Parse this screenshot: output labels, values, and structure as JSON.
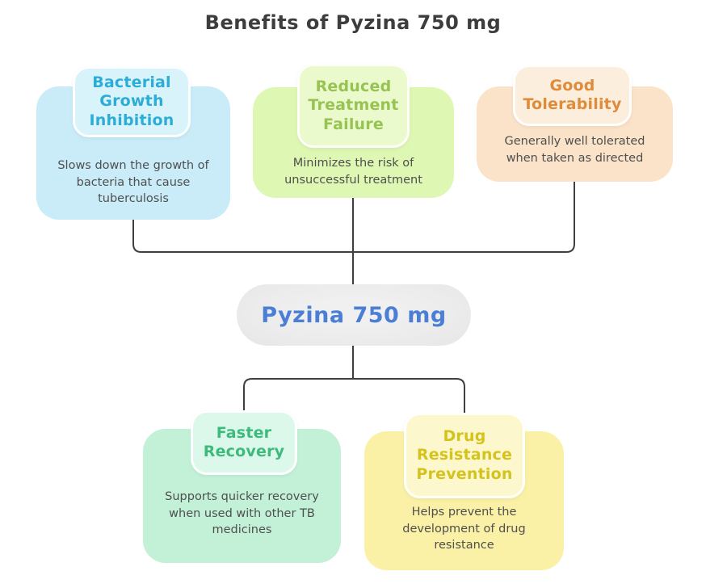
{
  "title": "Benefits of Pyzina 750 mg",
  "colors": {
    "background": "#ffffff",
    "title_text": "#3d3d3d",
    "body_text": "#4f4f4f",
    "line": "#3f3f3f",
    "node_bg": "#e7e7e7",
    "node_text": "#4b7fd6"
  },
  "center_node": {
    "label": "Pyzina 750 mg"
  },
  "benefits": [
    {
      "id": "bacterial-growth-inhibition",
      "title": "Bacterial Growth Inhibition",
      "description": "Slows down the growth of bacteria that cause tuberculosis",
      "card_bg": "#c9ecf8",
      "badge_bg": "#d9f3fb",
      "title_color": "#2badd8",
      "position": "top-left"
    },
    {
      "id": "reduced-treatment-failure",
      "title": "Reduced Treatment Failure",
      "description": "Minimizes the risk of unsuccessful treatment",
      "card_bg": "#def7b3",
      "badge_bg": "#ebfacd",
      "title_color": "#97c353",
      "position": "top-center"
    },
    {
      "id": "good-tolerability",
      "title": "Good Tolerability",
      "description": "Generally well tolerated when taken as directed",
      "card_bg": "#fbe3c9",
      "badge_bg": "#fceedd",
      "title_color": "#df8b3a",
      "position": "top-right"
    },
    {
      "id": "faster-recovery",
      "title": "Faster Recovery",
      "description": "Supports quicker recovery when used with other TB medicines",
      "card_bg": "#c2f1d8",
      "badge_bg": "#dbf8ea",
      "title_color": "#3eba7c",
      "position": "bottom-left"
    },
    {
      "id": "drug-resistance-prevention",
      "title": "Drug Resistance Prevention",
      "description": "Helps prevent the development of drug resistance",
      "card_bg": "#faf0a6",
      "badge_bg": "#fcf7cd",
      "title_color": "#d5c31d",
      "position": "bottom-right"
    }
  ]
}
